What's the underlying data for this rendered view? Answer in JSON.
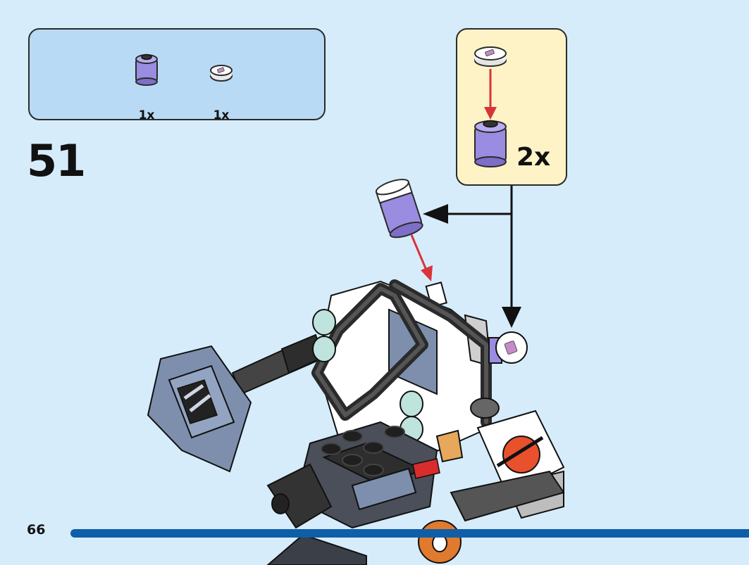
{
  "parts_list": {
    "items": [
      {
        "icon": "round-brick-lavender-icon",
        "quantity": "1x"
      },
      {
        "icon": "printed-round-tile-white-icon",
        "quantity": "1x"
      }
    ]
  },
  "step": {
    "number": "51"
  },
  "callout": {
    "quantity": "2x"
  },
  "page": {
    "number": "66"
  },
  "colors": {
    "background": "#d6ecfb",
    "parts_box": "#b9daf5",
    "callout_box": "#fdf3c6",
    "lavender": "#9a8ce0",
    "arrow_red": "#d9333a",
    "progress": "#0f5ea8"
  }
}
